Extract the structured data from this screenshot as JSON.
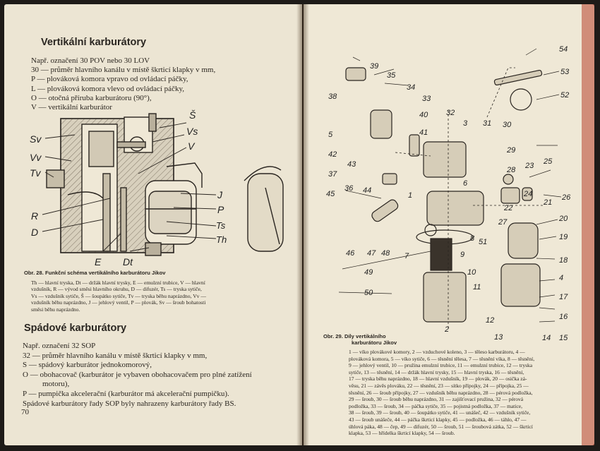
{
  "left_page": {
    "heading": "Vertikální karburátory",
    "intro_lines": [
      "Např. označení 30 POV nebo 30 LOV",
      "30 — průměr hlavního kanálu v místě škrticí klapky v mm,",
      "P — plováková komora vpravo od ovládací páčky,",
      "L — plováková komora vlevo od ovládací páčky,",
      "O — otočná příruba karburátoru (90°),",
      "V — vertikální karburátor"
    ],
    "figure_labels": {
      "sv": "Sv",
      "vv": "Vv",
      "tv": "Tv",
      "r": "R",
      "d": "D",
      "e": "E",
      "dt": "Dt",
      "s": "Š",
      "vs": "Vs",
      "v": "V",
      "j": "J",
      "p": "P",
      "ts": "Ts",
      "th": "Th"
    },
    "caption_title": "Obr. 28. Funkční schéma vertikálního karburátoru Jikov",
    "caption_lines": [
      "Th — hlavní tryska, Dt — držák hlavní trysky, E — emulzní trubice, V — hlavní",
      "vzdušník, R — vývod směsi hlavního okruhu, D — difuzér, Ts — tryska sytiče,",
      "Vs — vzdušník sytiče, Š — šoupátko sytiče, Tv — tryska běhu naprázdno, Vv —",
      "vzdušník běhu naprázdno, J — jehlový ventil, P — plovák, Sv — šroub bohatosti",
      "směsi běhu naprázdno."
    ],
    "heading2": "Spádové karburátory",
    "section2_lines": [
      "Např. označení 32 SOP",
      "32 — průměr hlavního kanálu v místě škrticí klapky v mm,",
      "S — spádový karburátor jednokomorový,",
      "O — obohacovač (karburátor je vybaven obohacovačem pro plné zatížení",
      "motoru),",
      "P — pumpička akcelerační (karburátor má akcelerační pumpičku).",
      "Spádové karburátory řady SOP byly nahrazeny karburátory řady BS."
    ],
    "page_number": "70"
  },
  "right_page": {
    "part_numbers": [
      "1",
      "2",
      "3",
      "4",
      "5",
      "6",
      "7",
      "8",
      "9",
      "10",
      "11",
      "12",
      "13",
      "14",
      "15",
      "16",
      "17",
      "18",
      "19",
      "20",
      "21",
      "22",
      "23",
      "24",
      "25",
      "26",
      "27",
      "28",
      "29",
      "30",
      "31",
      "32",
      "33",
      "34",
      "35",
      "36",
      "37",
      "38",
      "39",
      "40",
      "41",
      "42",
      "43",
      "44",
      "45",
      "46",
      "47",
      "48",
      "49",
      "50",
      "51",
      "52",
      "53",
      "54"
    ],
    "caption_title_1": "Obr. 29. Díly vertikálního",
    "caption_title_2": "karburátoru Jikov",
    "caption_lines": [
      "1 — víko plovákové komory, 2 — vzduchové koleno, 3 — těleso karburátoru, 4 —",
      "plováková komora, 5 — víko sytiče, 6 — těsnění tělesa, 7 — těsnění víka, 8 — těsnění,",
      "9 — jehlový ventil, 10 — pružina emulzní trubice, 11 — emulzní trubice, 12 — tryska",
      "sytiče, 13 — těsnění, 14 — držák hlavní trysky, 15 — hlavní tryska, 16 — těsnění,",
      "17 — tryska běhu naprázdno, 18 — hlavní vzdušník, 19 — plovák, 20 — osička zá-",
      "věsu, 21 — závěs plováku, 22 — těsnění, 23 — sítko přípojky, 24 — přípojka, 25 —",
      "těsnění, 26 — šroub přípojky, 27 — vzdušník běhu naprázdno, 28 — pérová podložka,",
      "29 — šroub, 30 — šroub běhu naprázdno, 31 — zajišťovací pružina, 32 — pérová",
      "podložka, 33 — šroub, 34 — páčka sytiče, 35 — pojistná podložka, 37 — matice,",
      "38 — šroub, 39 — šroub, 40 — šoupátko sytiče, 41 — unášeč, 42 — vzdušník sytiče,",
      "43 — šroub unášeče, 44 — páčka škrticí klapky, 45 — podložka, 46 — táhlo, 47 —",
      "úhlová páka, 48 — čep, 49 — difuzér, 50 — šroub, 51 — šroubová zátka, 52 — škrticí",
      "klapka, 53 — hřídelka škrticí klapky, 54 — šroub."
    ]
  }
}
